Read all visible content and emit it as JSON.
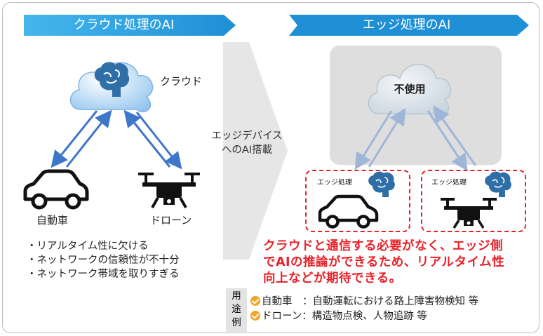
{
  "left_header": "クラウド処理のAI",
  "right_header": "エッジ処理のAI",
  "cloud_label": "クラウド",
  "unused_label": "不使用",
  "transition_text": [
    "エッジデバイス",
    "へのAI搭載"
  ],
  "car_label": "自動車",
  "drone_label": "ドローン",
  "edge_tag": "エッジ処理",
  "cloud_issues": [
    "・リアルタイム性に欠ける",
    "・ネットワークの信頼性が不十分",
    "・ネットワーク帯域を取りすぎる"
  ],
  "benefit_lines": [
    "クラウドと通信する必要がなく、エッジ側",
    "でAIの推論ができるため、リアルタイム性",
    "向上などが期待できる。"
  ],
  "usage_label": [
    "用",
    "途",
    "例"
  ],
  "usage_examples": [
    "自動車　：自動運転における路上障害物検知 等",
    "ドローン：構造物点検、人物追跡 等"
  ],
  "colors": {
    "header_blue": "#1f8fd6",
    "header_light": "#45b6ec",
    "highlight_red": "#e8222a",
    "arrow_blue": "#3e76c9",
    "check_orange": "#f2a526"
  },
  "icons": [
    "brain-icon",
    "cloud-icon",
    "car-icon",
    "drone-icon",
    "check-icon"
  ]
}
